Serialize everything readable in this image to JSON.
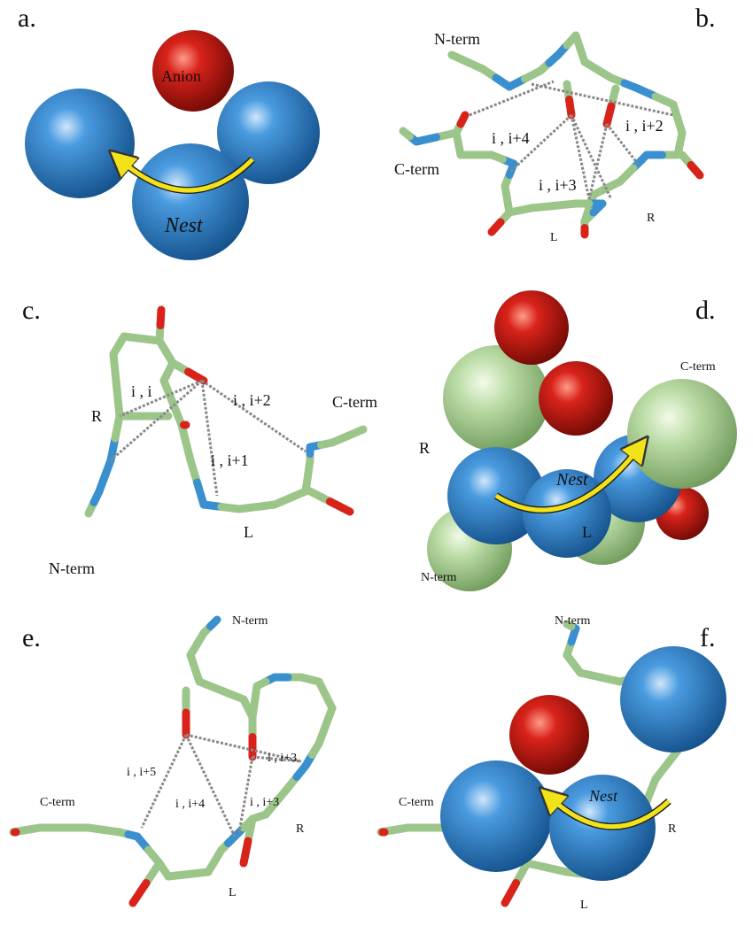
{
  "panels": {
    "a": {
      "letter": "a.",
      "anion": "Anion",
      "nest": "Nest"
    },
    "b": {
      "letter": "b.",
      "n_term": "N-term",
      "c_term": "C-term",
      "hb1": "i , i+4",
      "hb2": "i , i+3",
      "hb3": "i , i+2",
      "res_l": "L",
      "res_r": "R"
    },
    "c": {
      "letter": "c.",
      "hb1": "i , i",
      "hb2": "i , i+2",
      "hb3": "i , i+1",
      "c_term": "C-term",
      "n_term": "N-term",
      "res_r": "R",
      "res_l": "L"
    },
    "d": {
      "letter": "d.",
      "c_term": "C-term",
      "n_term": "N-term",
      "res_r": "R",
      "res_l": "L",
      "nest": "Nest"
    },
    "e": {
      "letter": "e.",
      "n_term": "N-term",
      "c_term": "C-term",
      "hb1": "i , i+5",
      "hb2": "i , i+4",
      "hb3": "i , i+3",
      "hb4": "i , i+3",
      "res_r": "R",
      "res_l": "L"
    },
    "f": {
      "letter": "f.",
      "n_term": "N-term",
      "c_term": "C-term",
      "nest": "Nest",
      "res_r": "R",
      "res_l": "L"
    }
  },
  "colors": {
    "carbon": "#9cc58a",
    "nitrogen": "#3a8fcf",
    "oxygen": "#d8231a",
    "sphere_blue": "#2f7fc4",
    "sphere_red": "#c81a12",
    "sphere_green": "#b9d9a4",
    "arrow": "#f2e21a",
    "hbond": "#888888"
  }
}
